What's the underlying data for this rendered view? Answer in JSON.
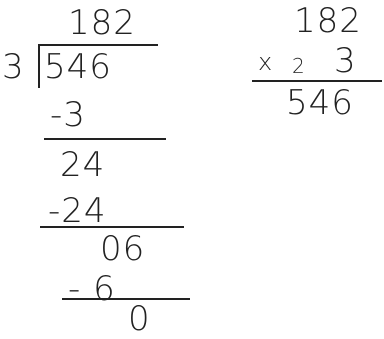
{
  "division": {
    "quotient": "182",
    "divisor": "3",
    "dividend": "546",
    "steps": [
      {
        "subtract": "-3",
        "result": "24"
      },
      {
        "subtract": "-24",
        "result": "06"
      },
      {
        "subtract": "- 6",
        "result": "0"
      }
    ]
  },
  "multiplication": {
    "multiplicand": "182",
    "operator": "x",
    "carry": "2",
    "multiplier": "3",
    "product": "546"
  }
}
